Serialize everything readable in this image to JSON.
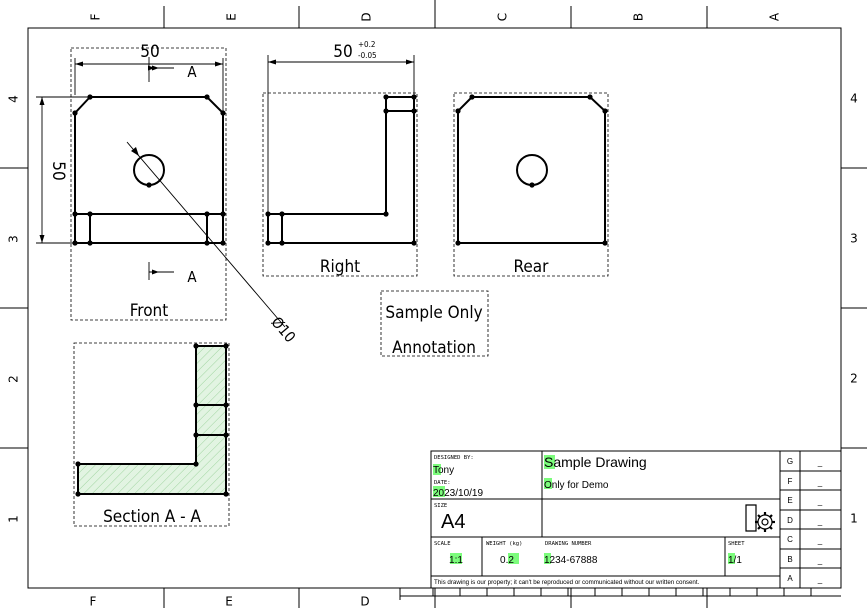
{
  "frame": {
    "top_columns": [
      "F",
      "E",
      "D",
      "C",
      "B",
      "A"
    ],
    "bottom_columns": [
      "F",
      "E",
      "D"
    ],
    "left_rows": [
      "4",
      "3",
      "2",
      "1"
    ],
    "right_rows": [
      "4",
      "3",
      "2",
      "1"
    ]
  },
  "views": {
    "front": {
      "label": "Front",
      "width_dim": "50",
      "height_dim": "50",
      "diameter_dim": "Ø10",
      "section_mark": "A"
    },
    "right": {
      "label": "Right",
      "width_dim": "50",
      "tol_upper": "+0.2",
      "tol_lower": "-0.05"
    },
    "rear": {
      "label": "Rear"
    },
    "section": {
      "label": "Section A - A"
    }
  },
  "annotation": {
    "line1": "Sample Only",
    "line2": "Annotation"
  },
  "title_block": {
    "designed_by_label": "DESIGNED BY:",
    "designed_by": "Tony",
    "date_label": "DATE:",
    "date": "2023/10/19",
    "title": "Sample Drawing",
    "subtitle": "Only for Demo",
    "size_label": "SIZE",
    "size": "A4",
    "scale_label": "SCALE",
    "scale": "1:1",
    "weight_label": "WEIGHT (kg)",
    "weight": "0.2",
    "drawing_number_label": "DRAWING NUMBER",
    "drawing_number": "1234-67888",
    "sheet_label": "SHEET",
    "sheet": "1/1",
    "disclaimer": "This drawing is our property; it can't be reproduced or communicated without our written consent.",
    "revisions": [
      {
        "rev": "G",
        "value": "_"
      },
      {
        "rev": "F",
        "value": "_"
      },
      {
        "rev": "E",
        "value": "_"
      },
      {
        "rev": "D",
        "value": "_"
      },
      {
        "rev": "C",
        "value": "_"
      },
      {
        "rev": "B",
        "value": "_"
      },
      {
        "rev": "A",
        "value": "_"
      }
    ],
    "highlight_color": "#7CFC7C"
  }
}
